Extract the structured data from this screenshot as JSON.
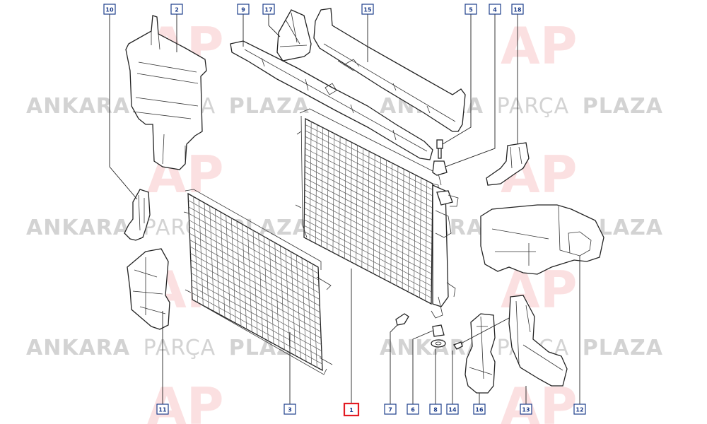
{
  "watermark": {
    "brand_bold_1": "ANKARA",
    "brand_light": "PARÇA",
    "brand_bold_2": "PLAZA",
    "logo": "AP",
    "color_logo": "#e31b23",
    "color_text": "#9a9a9a"
  },
  "callouts": [
    {
      "id": "c10",
      "label": "10"
    },
    {
      "id": "c2",
      "label": "2"
    },
    {
      "id": "c9",
      "label": "9"
    },
    {
      "id": "c17",
      "label": "17"
    },
    {
      "id": "c15",
      "label": "15"
    },
    {
      "id": "c5",
      "label": "5"
    },
    {
      "id": "c4",
      "label": "4"
    },
    {
      "id": "c18",
      "label": "18"
    },
    {
      "id": "c11",
      "label": "11"
    },
    {
      "id": "c3",
      "label": "3"
    },
    {
      "id": "c1",
      "label": "1",
      "highlight": true
    },
    {
      "id": "c7",
      "label": "7"
    },
    {
      "id": "c6",
      "label": "6"
    },
    {
      "id": "c8",
      "label": "8"
    },
    {
      "id": "c14",
      "label": "14"
    },
    {
      "id": "c16",
      "label": "16"
    },
    {
      "id": "c13",
      "label": "13"
    },
    {
      "id": "c12",
      "label": "12"
    }
  ],
  "colors": {
    "callout_border": "#1f3f8c",
    "callout_highlight": "#e31b23",
    "line": "#222222"
  }
}
